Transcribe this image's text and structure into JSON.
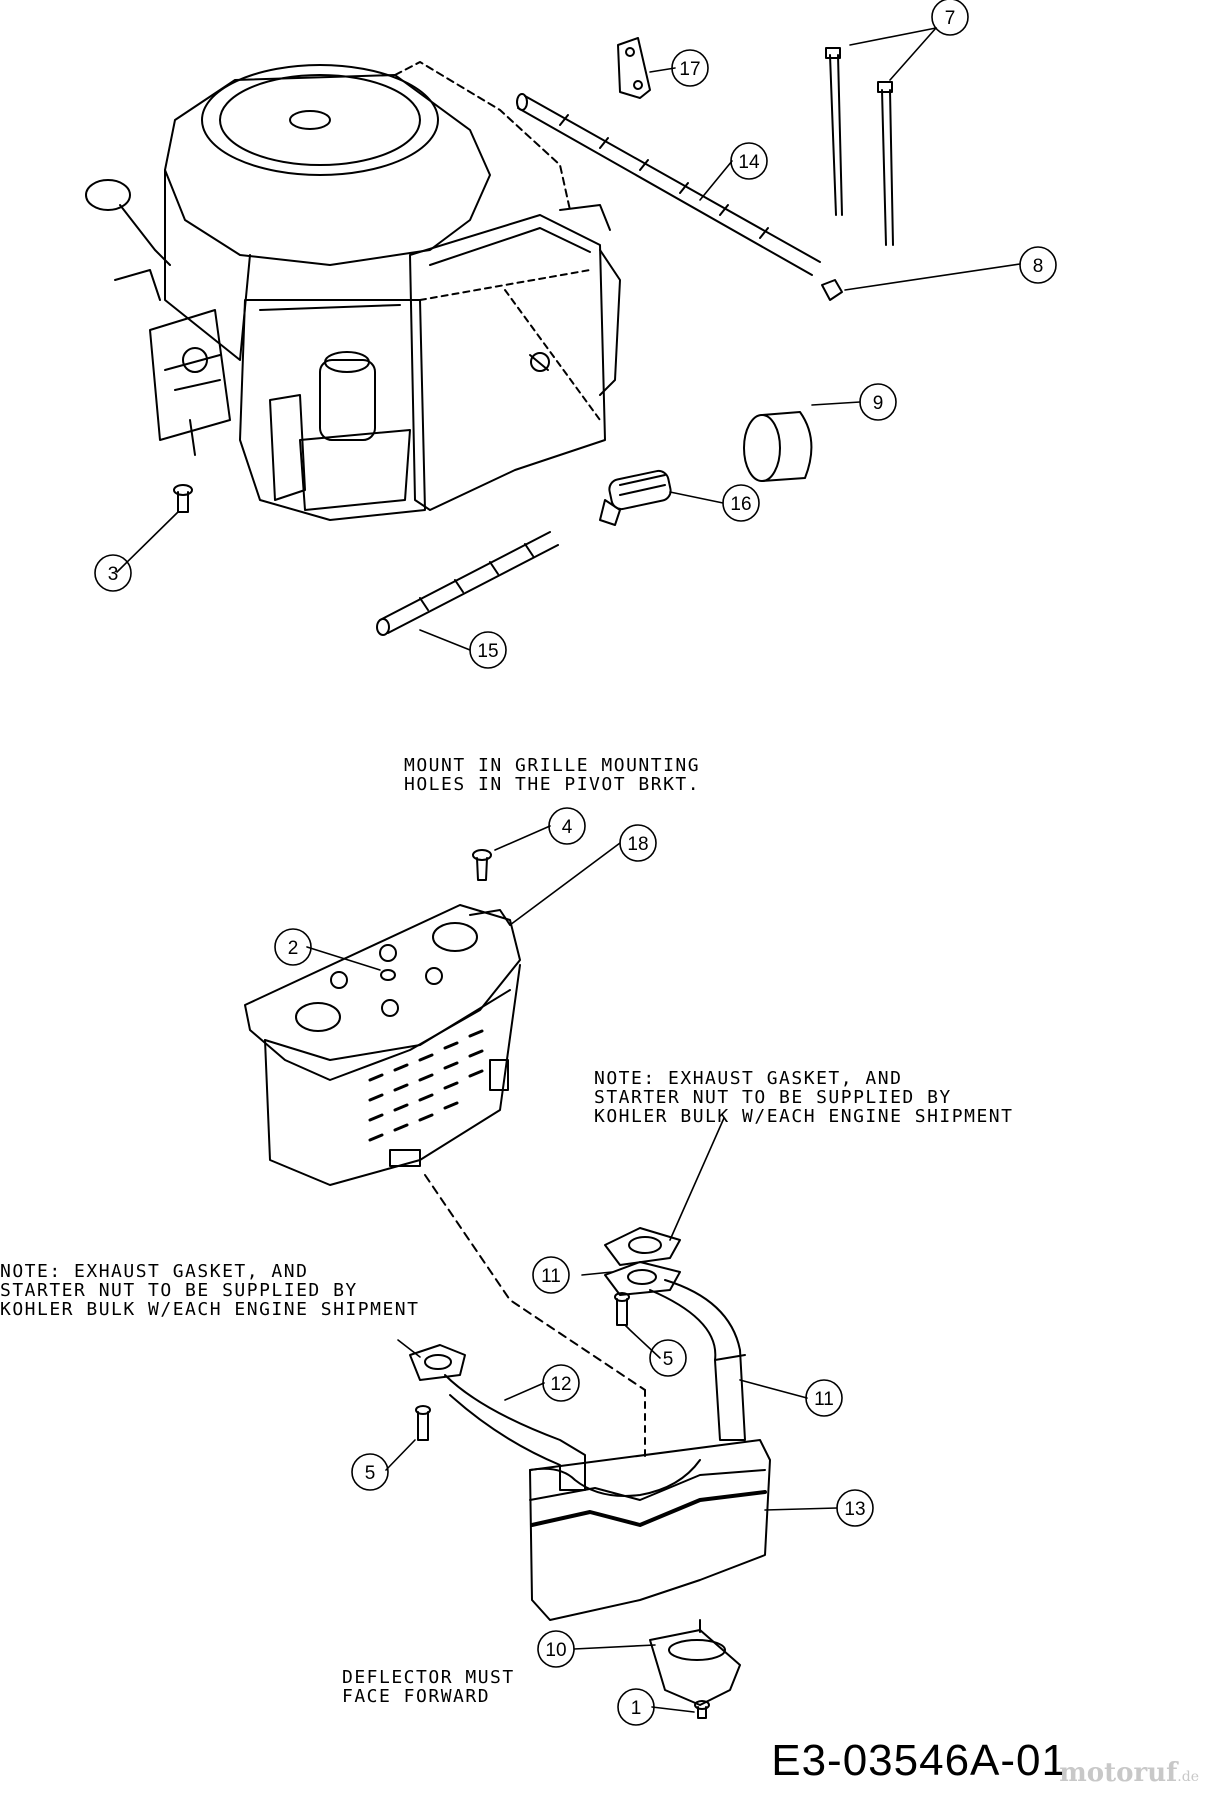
{
  "callouts": [
    {
      "id": "c7",
      "label": "7"
    },
    {
      "id": "c17",
      "label": "17"
    },
    {
      "id": "c14",
      "label": "14"
    },
    {
      "id": "c8",
      "label": "8"
    },
    {
      "id": "c9",
      "label": "9"
    },
    {
      "id": "c16",
      "label": "16"
    },
    {
      "id": "c3",
      "label": "3"
    },
    {
      "id": "c15",
      "label": "15"
    },
    {
      "id": "c4",
      "label": "4"
    },
    {
      "id": "c18",
      "label": "18"
    },
    {
      "id": "c2",
      "label": "2"
    },
    {
      "id": "c11a",
      "label": "11"
    },
    {
      "id": "c5a",
      "label": "5"
    },
    {
      "id": "c11b",
      "label": "11"
    },
    {
      "id": "c12",
      "label": "12"
    },
    {
      "id": "c5b",
      "label": "5"
    },
    {
      "id": "c13",
      "label": "13"
    },
    {
      "id": "c10",
      "label": "10"
    },
    {
      "id": "c1",
      "label": "1"
    }
  ],
  "notes": {
    "grille": "MOUNT IN GRILLE MOUNTING\nHOLES IN THE PIVOT BRKT.",
    "exhaust_right": "NOTE: EXHAUST GASKET, AND\nSTARTER NUT TO BE SUPPLIED BY\nKOHLER BULK W/EACH ENGINE SHIPMENT",
    "exhaust_left": "NOTE: EXHAUST GASKET, AND\nSTARTER NUT TO BE SUPPLIED BY\nKOHLER BULK W/EACH ENGINE SHIPMENT",
    "deflector": "DEFLECTOR MUST\nFACE FORWARD"
  },
  "drawing_code": "E3-03546A-01",
  "watermark": {
    "brand": "motoruf",
    "domain": ".de"
  },
  "colors": {
    "line": "#000000",
    "background": "#ffffff"
  }
}
